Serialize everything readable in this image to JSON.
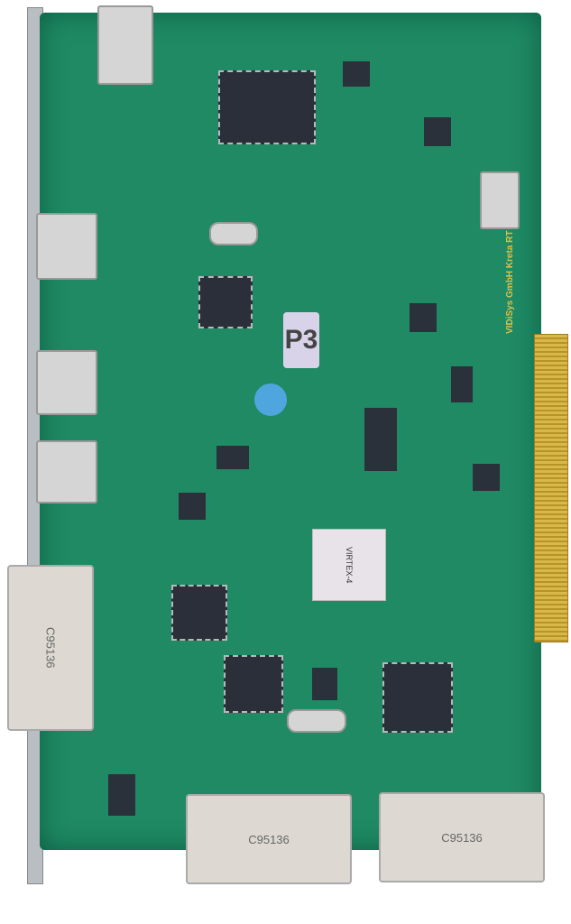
{
  "board": {
    "silk_label": "P3",
    "vendor_text": "VIDiSys GmbH Kreta RT",
    "fpga_label": "VIRTEX-4",
    "connectors": [
      {
        "label": "C95136"
      },
      {
        "label": "C95136"
      },
      {
        "label": "C95136"
      }
    ]
  },
  "colors": {
    "pcb": "#1f8a64",
    "gold": "#d9b84a",
    "fiducial": "#4fa6de"
  }
}
